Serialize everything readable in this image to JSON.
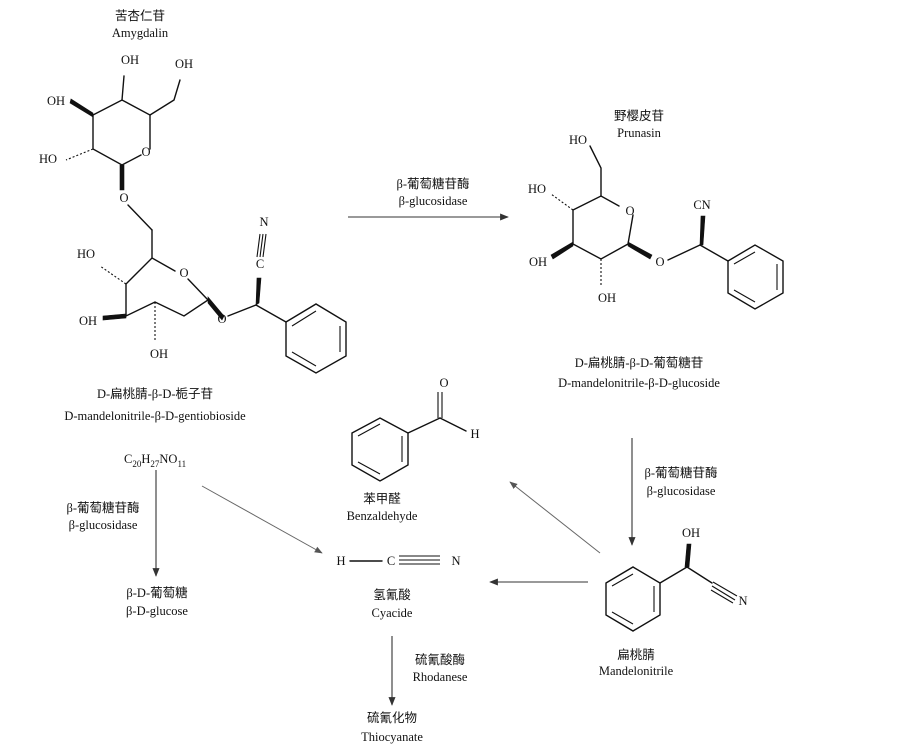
{
  "amygdalin": {
    "name_zh": "苦杏仁苷",
    "name_en": "Amygdalin",
    "systematic_zh": "D-扁桃腈-β-D-栀子苷",
    "systematic_en": "D-mandelonitrile-β-D-gentiobioside",
    "formula": {
      "c": "C",
      "c_n": "20",
      "h": "H",
      "h_n": "27",
      "no": "NO",
      "o_n": "11"
    }
  },
  "prunasin": {
    "name_zh": "野樱皮苷",
    "name_en": "Prunasin",
    "systematic_zh": "D-扁桃腈-β-D-葡萄糖苷",
    "systematic_en": "D-mandelonitrile-β-D-glucoside"
  },
  "enzymes": {
    "glucosidase_zh": "β-葡萄糖苷酶",
    "glucosidase_en": "β-glucosidase",
    "rhodanese_zh": "硫氰酸酶",
    "rhodanese_en": "Rhodanese"
  },
  "products": {
    "glucose_zh": "β-D-葡萄糖",
    "glucose_en": "β-D-glucose",
    "benzaldehyde_zh": "苯甲醛",
    "benzaldehyde_en": "Benzaldehyde",
    "cyanide_zh": "氢氰酸",
    "cyanide_en": "Cyacide",
    "mandelonitrile_zh": "扁桃腈",
    "mandelonitrile_en": "Mandelonitrile",
    "thiocyanate_zh": "硫氰化物",
    "thiocyanate_en": "Thiocyanate"
  },
  "atoms": {
    "oh": "OH",
    "ho": "HO",
    "o": "O",
    "n": "N",
    "c": "C",
    "h": "H",
    "cn": "CN"
  }
}
